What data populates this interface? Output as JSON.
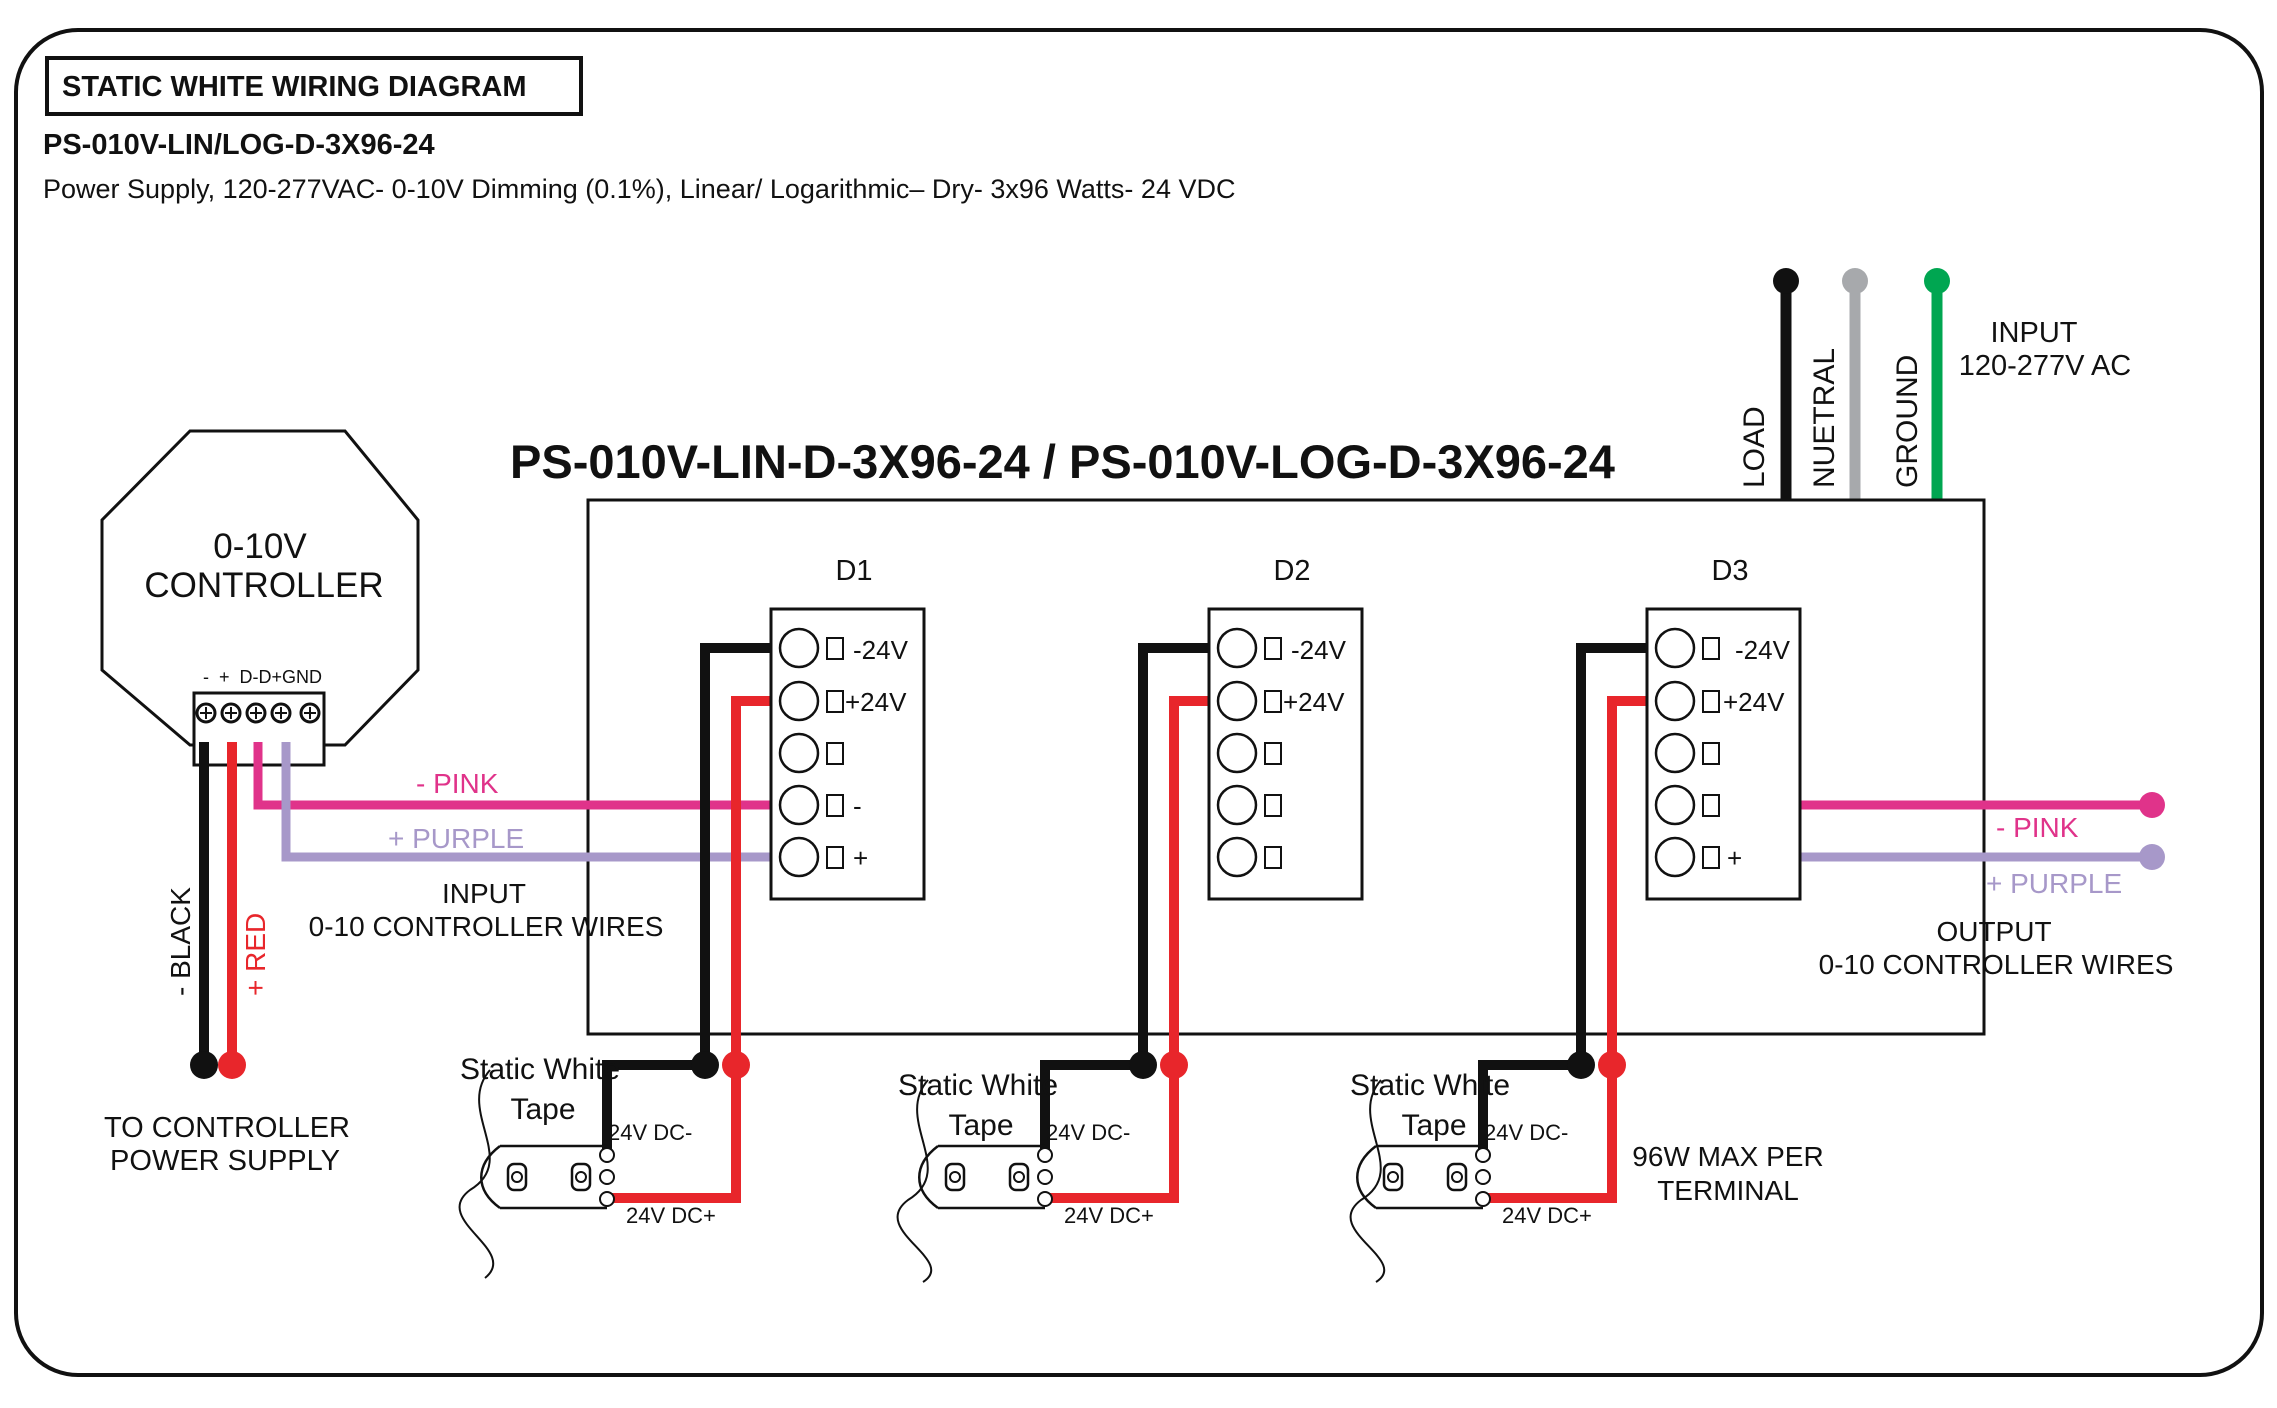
{
  "header": {
    "label": "STATIC WHITE WIRING DIAGRAM",
    "part_number": "PS-010V-LIN/LOG-D-3X96-24",
    "description": "Power Supply, 120-277VAC- 0-10V Dimming (0.1%), Linear/ Logarithmic– Dry- 3x96 Watts- 24 VDC"
  },
  "power_supply": {
    "title": "PS-010V-LIN-D-3X96-24 / PS-010V-LOG-D-3X96-24"
  },
  "ac_input": {
    "load_label": "LOAD",
    "neutral_label": "NUETRAL",
    "ground_label": "GROUND",
    "title_line1": "INPUT",
    "title_line2": "120-277V AC"
  },
  "controller": {
    "name_line1": "0-10V",
    "name_line2": "CONTROLLER",
    "terminal_labels": "-  +  D-D+GND",
    "black_label": "- BLACK",
    "red_label": "+ RED",
    "power_label_line1": "TO CONTROLLER",
    "power_label_line2": "POWER SUPPLY"
  },
  "dimming_input": {
    "pink_label": "- PINK",
    "purple_label": "+ PURPLE",
    "title_line1": "INPUT",
    "title_line2": "0-10 CONTROLLER WIRES"
  },
  "dimming_output": {
    "pink_label": "- PINK",
    "purple_label": "+ PURPLE",
    "title_line1": "OUTPUT",
    "title_line2": "0-10 CONTROLLER WIRES"
  },
  "terminal_blocks": {
    "d1": {
      "name": "D1",
      "neg24": "-24V",
      "pos24": "+24V",
      "dim_neg": "-",
      "dim_pos": "+"
    },
    "d2": {
      "name": "D2",
      "neg24": "-24V",
      "pos24": "+24V"
    },
    "d3": {
      "name": "D3",
      "neg24": "-24V",
      "pos24": "+24V",
      "dim_pos": "+"
    }
  },
  "tape": {
    "label_line1": "Static White",
    "label_line2": "Tape",
    "dc_neg": "24V DC-",
    "dc_pos": "24V DC+"
  },
  "notes": {
    "max_line1": "96W MAX PER",
    "max_line2": "TERMINAL"
  },
  "colors": {
    "black_wire": "#111111",
    "red_wire": "#e8262b",
    "pink_wire": "#e0338a",
    "purple_wire": "#a798c9",
    "neutral_wire": "#a7a9ac",
    "ground_wire": "#00a651"
  }
}
